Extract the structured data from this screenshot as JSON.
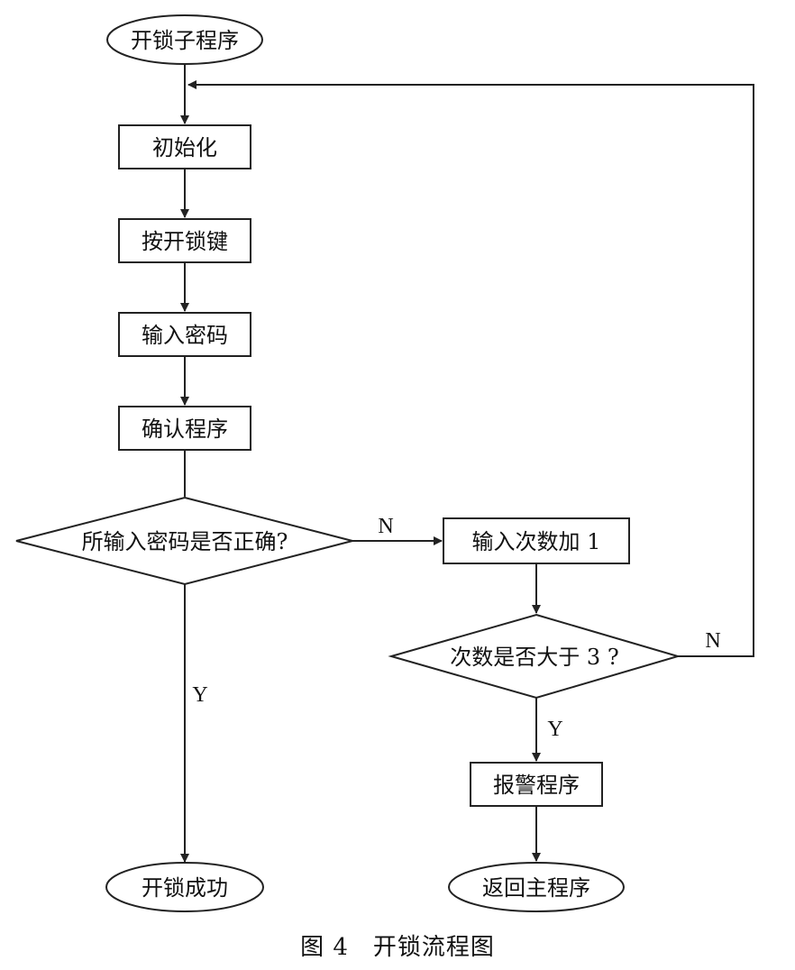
{
  "diagram": {
    "nodes": {
      "start": "开锁子程序",
      "init": "初始化",
      "press_key": "按开锁键",
      "enter_password": "输入密码",
      "confirm": "确认程序",
      "check_password": "所输入密码是否正确?",
      "count_plus_one": "输入次数加 1",
      "check_count": "次数是否大于 3 ?",
      "alarm": "报警程序",
      "unlock_success": "开锁成功",
      "return_main": "返回主程序"
    },
    "edges": {
      "password_wrong": "N",
      "password_correct": "Y",
      "count_exceeded": "Y",
      "count_not_exceeded": "N"
    }
  },
  "caption": "图 4　开锁流程图",
  "colors": {
    "line": "#222222",
    "background": "#ffffff"
  }
}
